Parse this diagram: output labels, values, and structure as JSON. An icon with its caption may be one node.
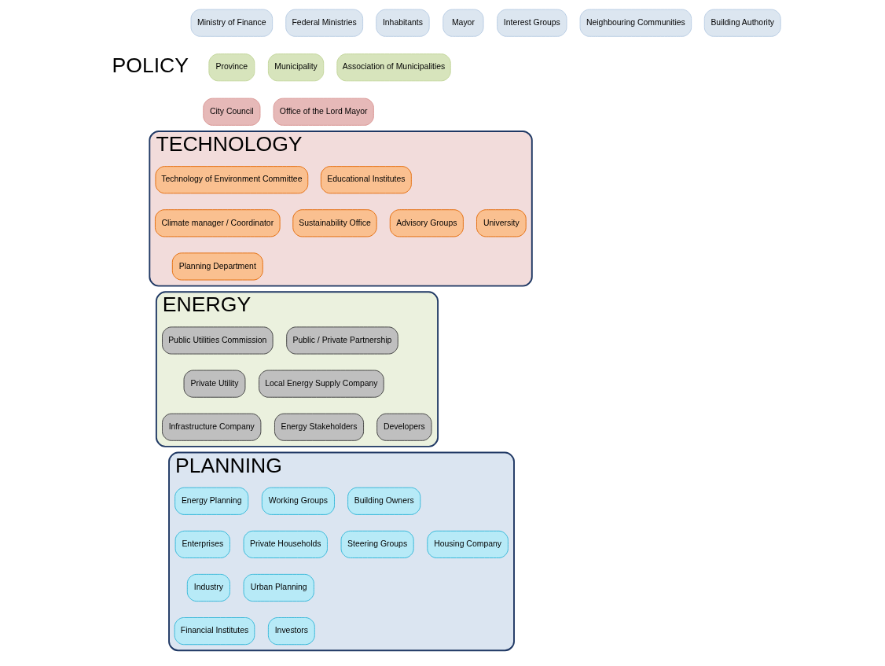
{
  "diagram": {
    "nodes": [
      {
        "text": [
          "Ministry of Finance"
        ]
      },
      {
        "text": [
          "Federal Ministries"
        ]
      },
      {
        "text": [
          "Inhabitants"
        ]
      },
      {
        "text": [
          "Mayor"
        ]
      },
      {
        "text": [
          "Interest Groups"
        ]
      },
      {
        "text": [
          "Neighbouring Communities"
        ]
      },
      {
        "text": [
          "Building Authority"
        ]
      },
      {
        "text": [
          "Province"
        ]
      },
      {
        "text": [
          "Municipality"
        ]
      },
      {
        "text": [
          "Association of Municipalities"
        ]
      },
      {
        "text": [
          "City Council"
        ]
      },
      {
        "text": [
          "Office of the Lord Mayor"
        ]
      },
      {
        "text": [
          "TECHNOLOGY"
        ]
      },
      {
        "text": [
          "Technology of Environment Committee"
        ],
        "in": 12
      },
      {
        "text": [
          "Educational Institutes"
        ],
        "in": 12
      },
      {
        "text": [
          "Climate manager / Coordinator"
        ],
        "in": 12
      },
      {
        "text": [
          "Sustainability Office"
        ],
        "in": 12
      },
      {
        "text": [
          "Advisory Groups"
        ],
        "in": 12
      },
      {
        "text": [
          "University"
        ],
        "in": 12
      },
      {
        "text": [
          "Planning Department"
        ],
        "in": 12
      },
      {
        "text": [
          "ENERGY"
        ]
      },
      {
        "text": [
          "Public Utilities Commission"
        ],
        "in": 20
      },
      {
        "text": [
          "Public / Private Partnership"
        ],
        "in": 20
      },
      {
        "text": [
          "Private Utility"
        ],
        "in": 20
      },
      {
        "text": [
          "Local Energy Supply Company"
        ],
        "in": 20
      },
      {
        "text": [
          "Infrastructure Company"
        ],
        "in": 20
      },
      {
        "text": [
          "Energy Stakeholders"
        ],
        "in": 20
      },
      {
        "text": [
          "Developers"
        ],
        "in": 20
      },
      {
        "text": [
          "PLANNING"
        ]
      },
      {
        "text": [
          "Energy Planning"
        ],
        "in": 28
      },
      {
        "text": [
          "Working Groups"
        ],
        "in": 28
      },
      {
        "text": [
          "Building Owners"
        ],
        "in": 28
      },
      {
        "text": [
          "Enterprises"
        ],
        "in": 28
      },
      {
        "text": [
          "Private Households"
        ],
        "in": 28
      },
      {
        "text": [
          "Steering Groups"
        ],
        "in": 28
      },
      {
        "text": [
          "Housing Company"
        ],
        "in": 28
      },
      {
        "text": [
          "Industry"
        ],
        "in": 28
      },
      {
        "text": [
          "Urban Planning"
        ],
        "in": 28
      },
      {
        "text": [
          "Financial Institutes"
        ],
        "in": 28
      },
      {
        "text": [
          "Investors"
        ],
        "in": 28
      }
    ],
    "edges": [],
    "labels": [
      "POLICY"
    ]
  }
}
